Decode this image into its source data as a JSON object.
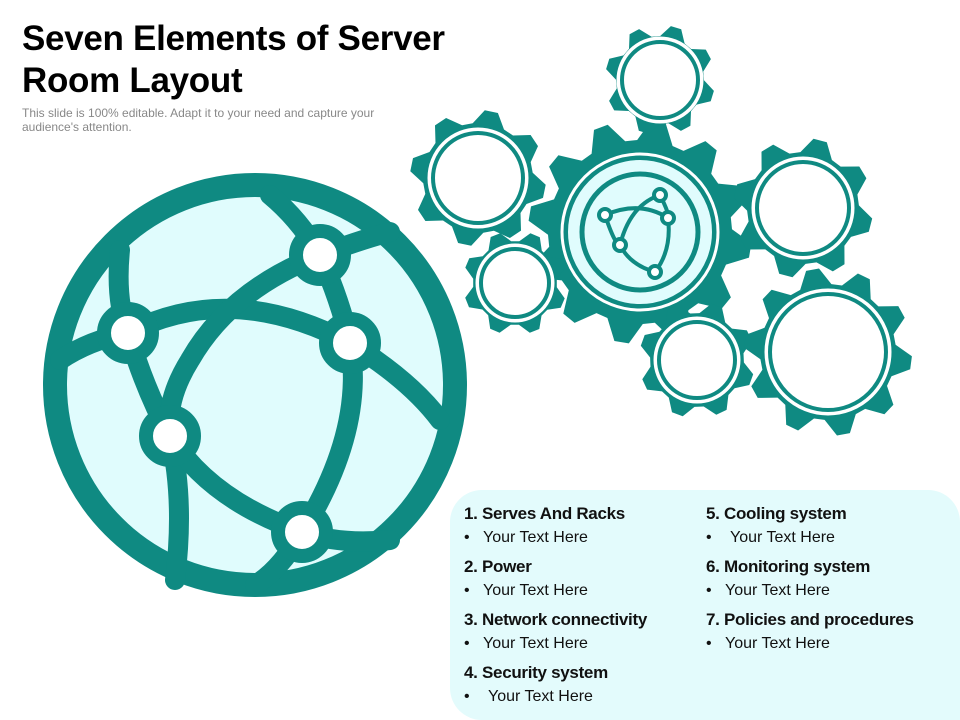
{
  "title": "Seven Elements of Server Room Layout",
  "subtitle": "This slide is 100% editable. Adapt it to your need and capture your audience's attention.",
  "colors": {
    "teal": "#0f8a82",
    "light": "#e0fcfd"
  },
  "items": [
    {
      "heading": "1. Serves And Racks",
      "text": "Your Text Here"
    },
    {
      "heading": "2. Power",
      "text": "Your Text Here"
    },
    {
      "heading": "3. Network connectivity",
      "text": "Your Text Here"
    },
    {
      "heading": "4. Security system",
      "text": "Your Text Here"
    },
    {
      "heading": "5. Cooling system",
      "text": "Your Text Here"
    },
    {
      "heading": "6. Monitoring system",
      "text": "Your Text Here"
    },
    {
      "heading": "7. Policies and procedures",
      "text": "Your Text Here"
    }
  ]
}
